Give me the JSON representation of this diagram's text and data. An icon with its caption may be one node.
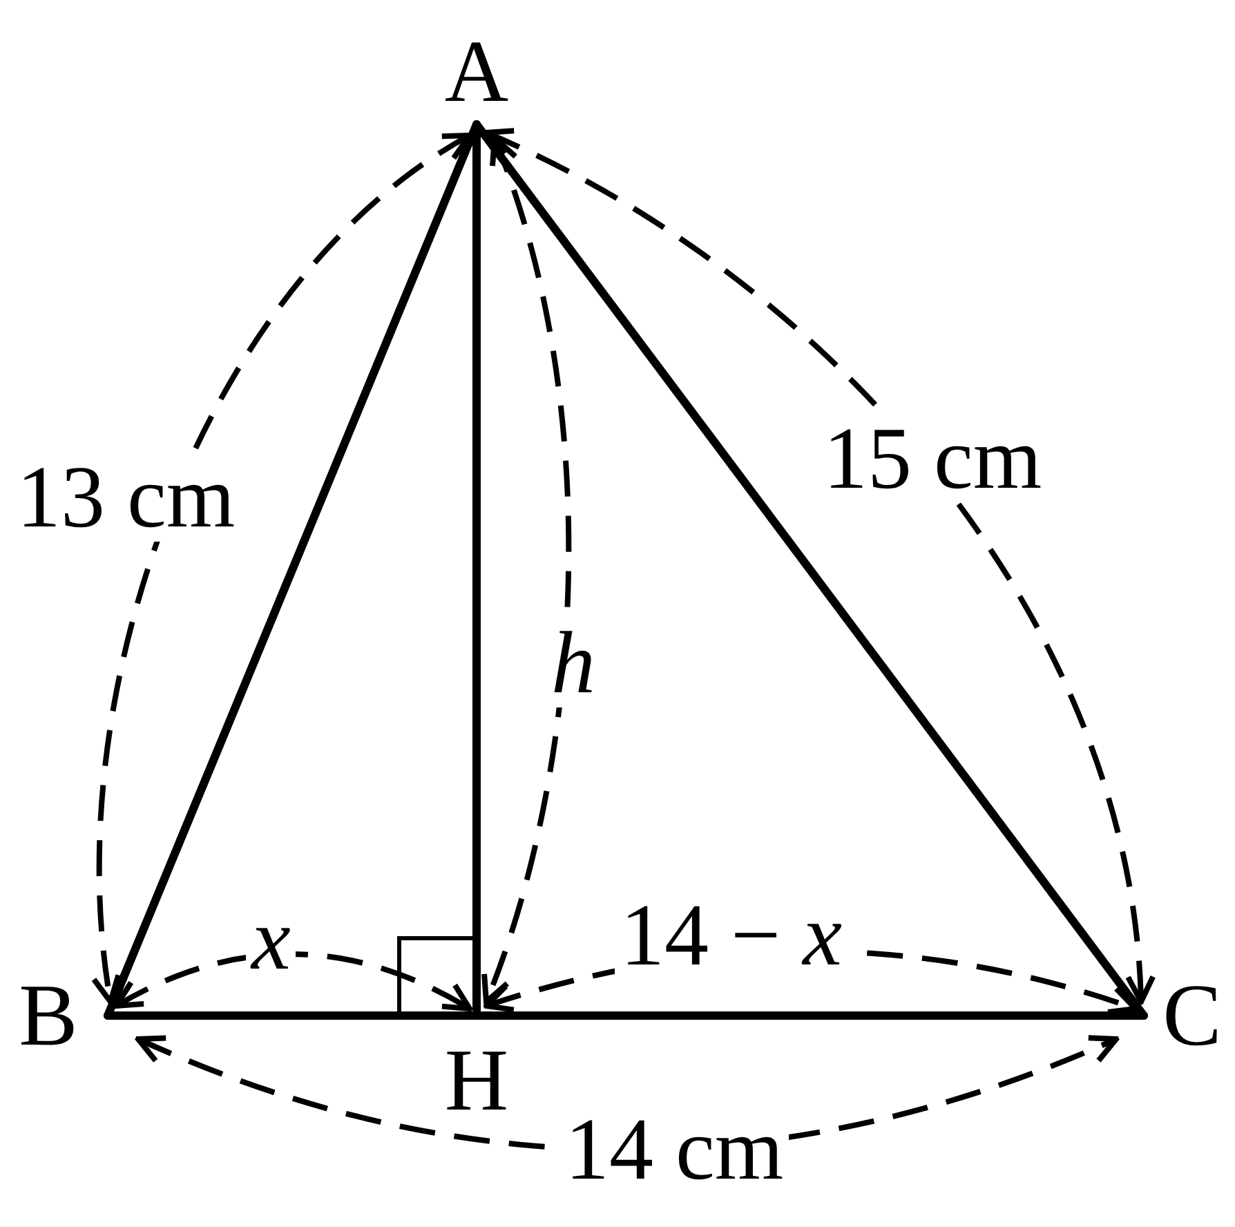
{
  "diagram": {
    "nodes": [
      {
        "text": [
          "A"
        ]
      },
      {
        "text": [
          "B"
        ]
      },
      {
        "text": [
          "H"
        ]
      },
      {
        "text": [
          "C"
        ]
      }
    ],
    "edges": [
      {
        "from": 0,
        "to": 1,
        "arrow": "none"
      },
      {
        "from": 0,
        "to": 3,
        "arrow": "none"
      },
      {
        "from": 0,
        "to": 2,
        "arrow": "none"
      },
      {
        "from": 1,
        "to": 2,
        "arrow": "none"
      },
      {
        "from": 2,
        "to": 3,
        "arrow": "none"
      }
    ],
    "labels": [
      "13 cm",
      "15 cm",
      "h",
      "x",
      "14 − *x*",
      "14 cm"
    ]
  }
}
